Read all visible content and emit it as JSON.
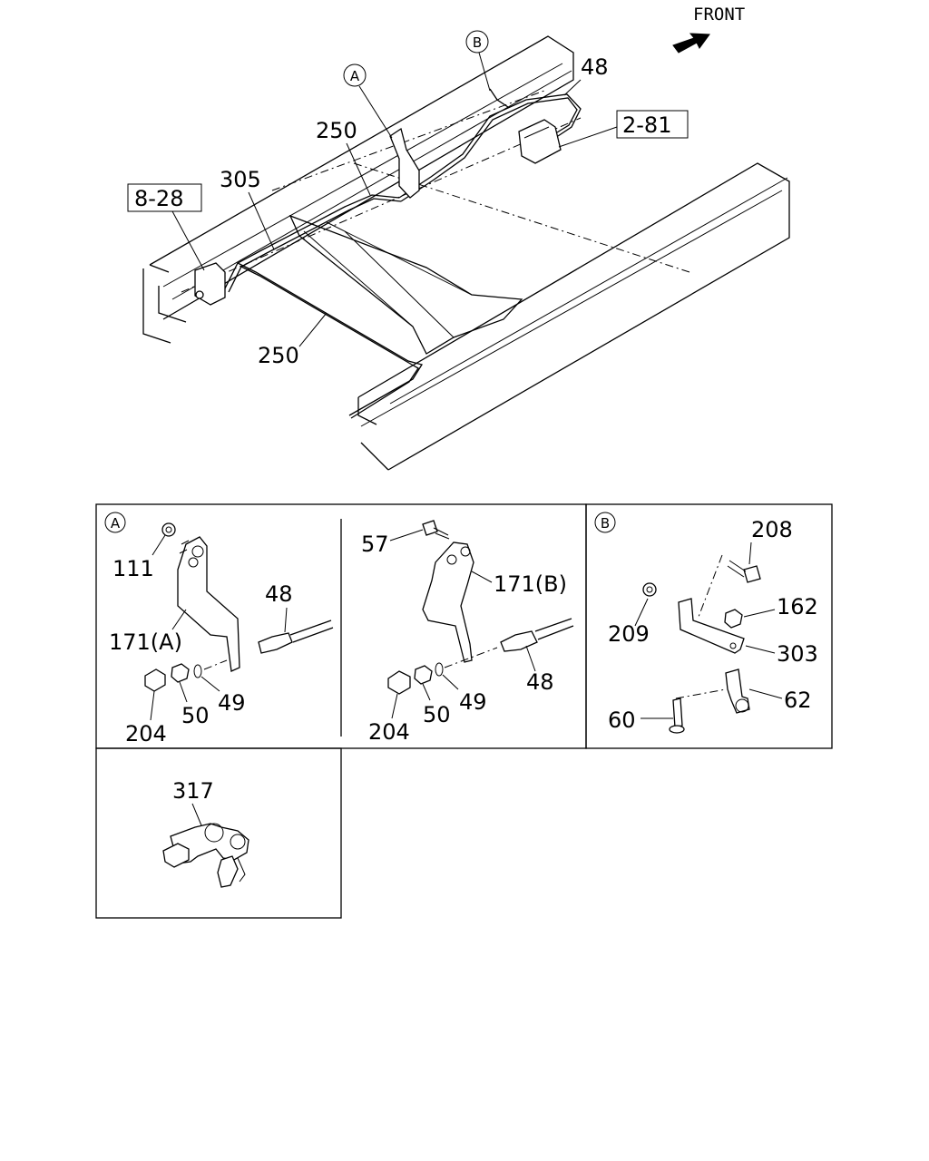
{
  "front_label": "FRONT",
  "main": {
    "callouts": {
      "A": "A",
      "B": "B",
      "p48": "48",
      "p250_top": "250",
      "p305": "305",
      "p250_bottom": "250"
    },
    "refs": {
      "r281": "2-81",
      "r828": "8-28"
    }
  },
  "detail_a": {
    "tag": "A",
    "left": {
      "p111": "111",
      "p48": "48",
      "p171a": "171(A)",
      "p49": "49",
      "p50": "50",
      "p204": "204"
    },
    "right": {
      "p57": "57",
      "p171b": "171(B)",
      "p48": "48",
      "p49": "49",
      "p50": "50",
      "p204": "204"
    }
  },
  "detail_b": {
    "tag": "B",
    "p208": "208",
    "p209": "209",
    "p162": "162",
    "p303": "303",
    "p62": "62",
    "p60": "60"
  },
  "detail_c": {
    "p317": "317"
  }
}
